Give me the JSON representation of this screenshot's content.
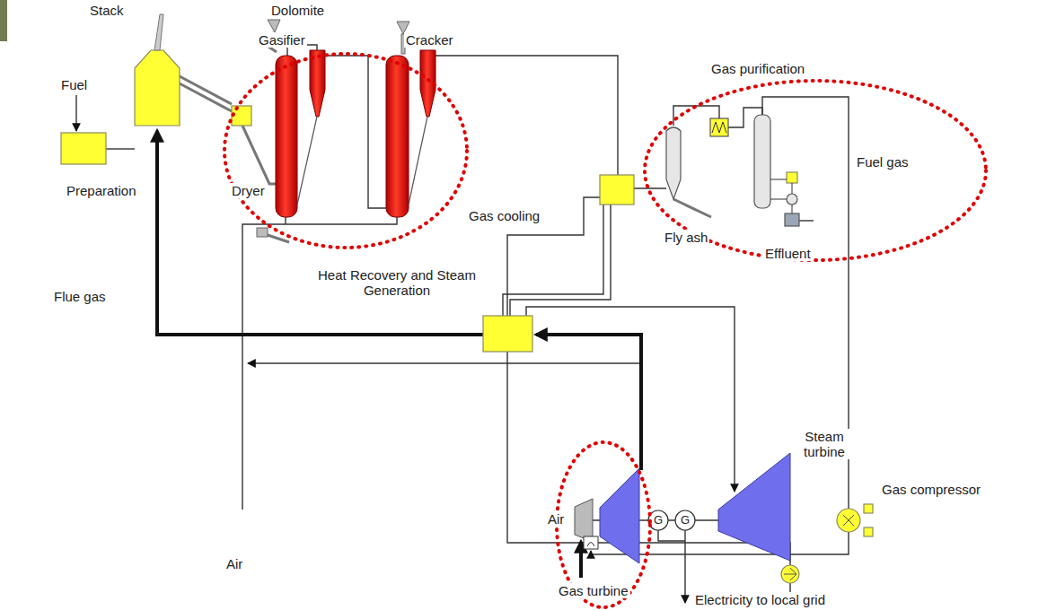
{
  "diagram": {
    "labels": [
      "Stack",
      "Dolomite",
      "Fuel",
      "Gasifier",
      "Cracker",
      "Gas purification",
      "Preparation",
      "Dryer",
      "Gas cooling",
      "Fuel gas",
      "Fly ash",
      "Effluent",
      "Flue gas",
      "Heat Recovery and Steam Generation",
      "Steam turbine",
      "Gas compressor",
      "G",
      "G",
      "Air",
      "Air",
      "Gas turbine",
      "Electricity to local grid"
    ]
  }
}
